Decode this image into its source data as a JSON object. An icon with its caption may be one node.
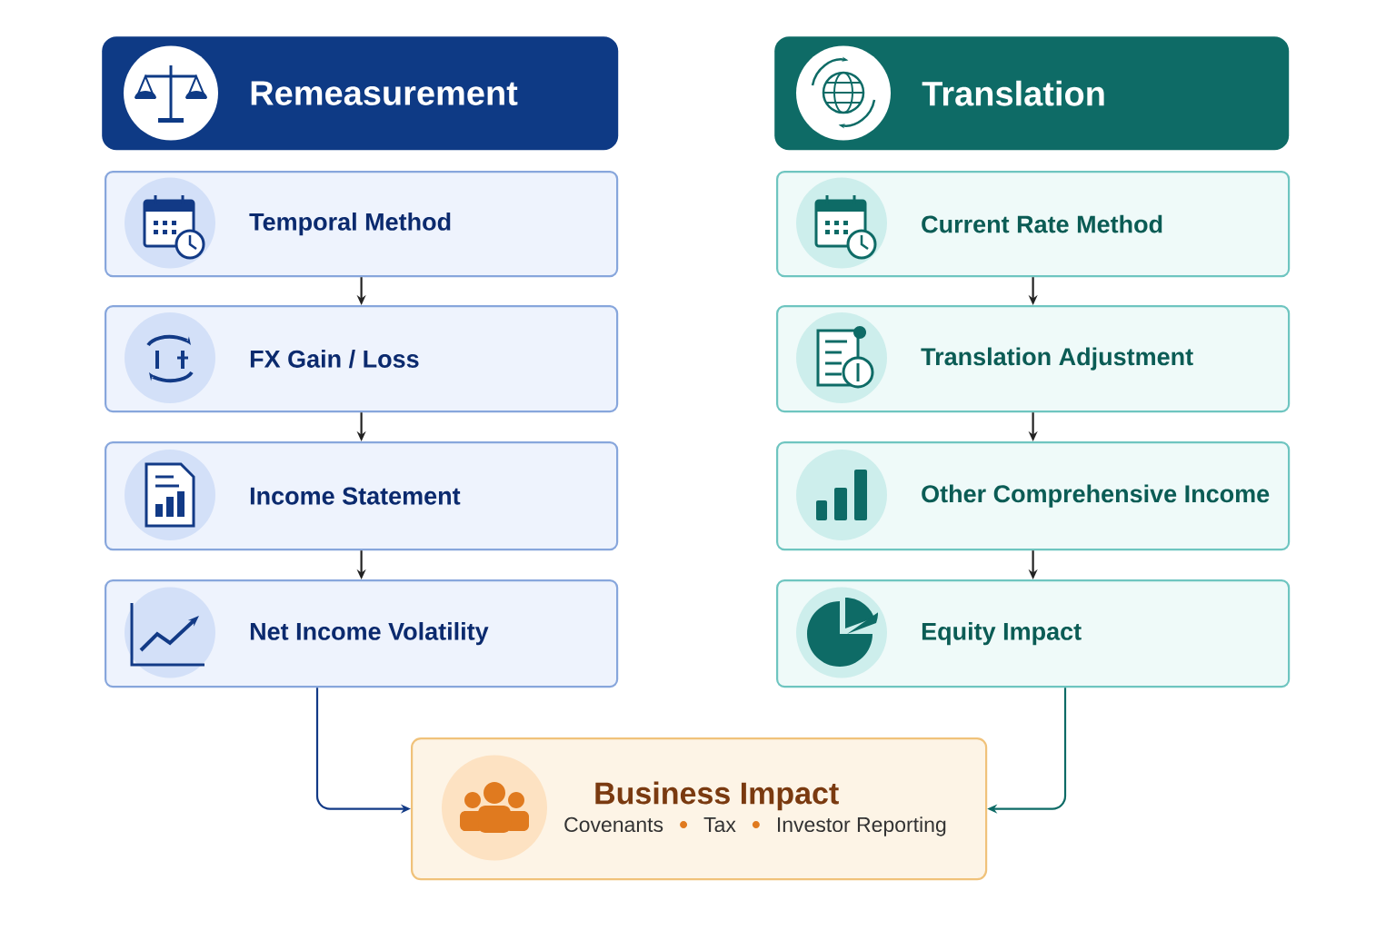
{
  "diagram": {
    "nodes": [
      {
        "text": [
          "Remeasurement"
        ]
      },
      {
        "text": [
          "Temporal Method"
        ]
      },
      {
        "text": [
          "FX Gain / Loss"
        ]
      },
      {
        "text": [
          "Income Statement"
        ]
      },
      {
        "text": [
          "Net Income Volatility"
        ]
      },
      {
        "text": [
          "Translation"
        ]
      },
      {
        "text": [
          "Current Rate Method"
        ]
      },
      {
        "text": [
          "Translation Adjustment"
        ]
      },
      {
        "text": [
          "Other Comprehensive Income"
        ]
      },
      {
        "text": [
          "Equity Impact"
        ]
      },
      {
        "text": [
          "Business Impact",
          "Covenants",
          "Tax",
          "Investor Reporting"
        ]
      }
    ],
    "edges": [
      {
        "from": 1,
        "to": 2,
        "arrow": "to"
      },
      {
        "from": 2,
        "to": 3,
        "arrow": "to"
      },
      {
        "from": 3,
        "to": 4,
        "arrow": "to"
      },
      {
        "from": 6,
        "to": 7,
        "arrow": "to"
      },
      {
        "from": 7,
        "to": 8,
        "arrow": "to"
      },
      {
        "from": 8,
        "to": 9,
        "arrow": "to"
      },
      {
        "from": 4,
        "to": 10,
        "arrow": "to",
        "color": "#123a86"
      },
      {
        "from": 9,
        "to": 10,
        "arrow": "to",
        "color": "#0e6b66"
      }
    ]
  }
}
